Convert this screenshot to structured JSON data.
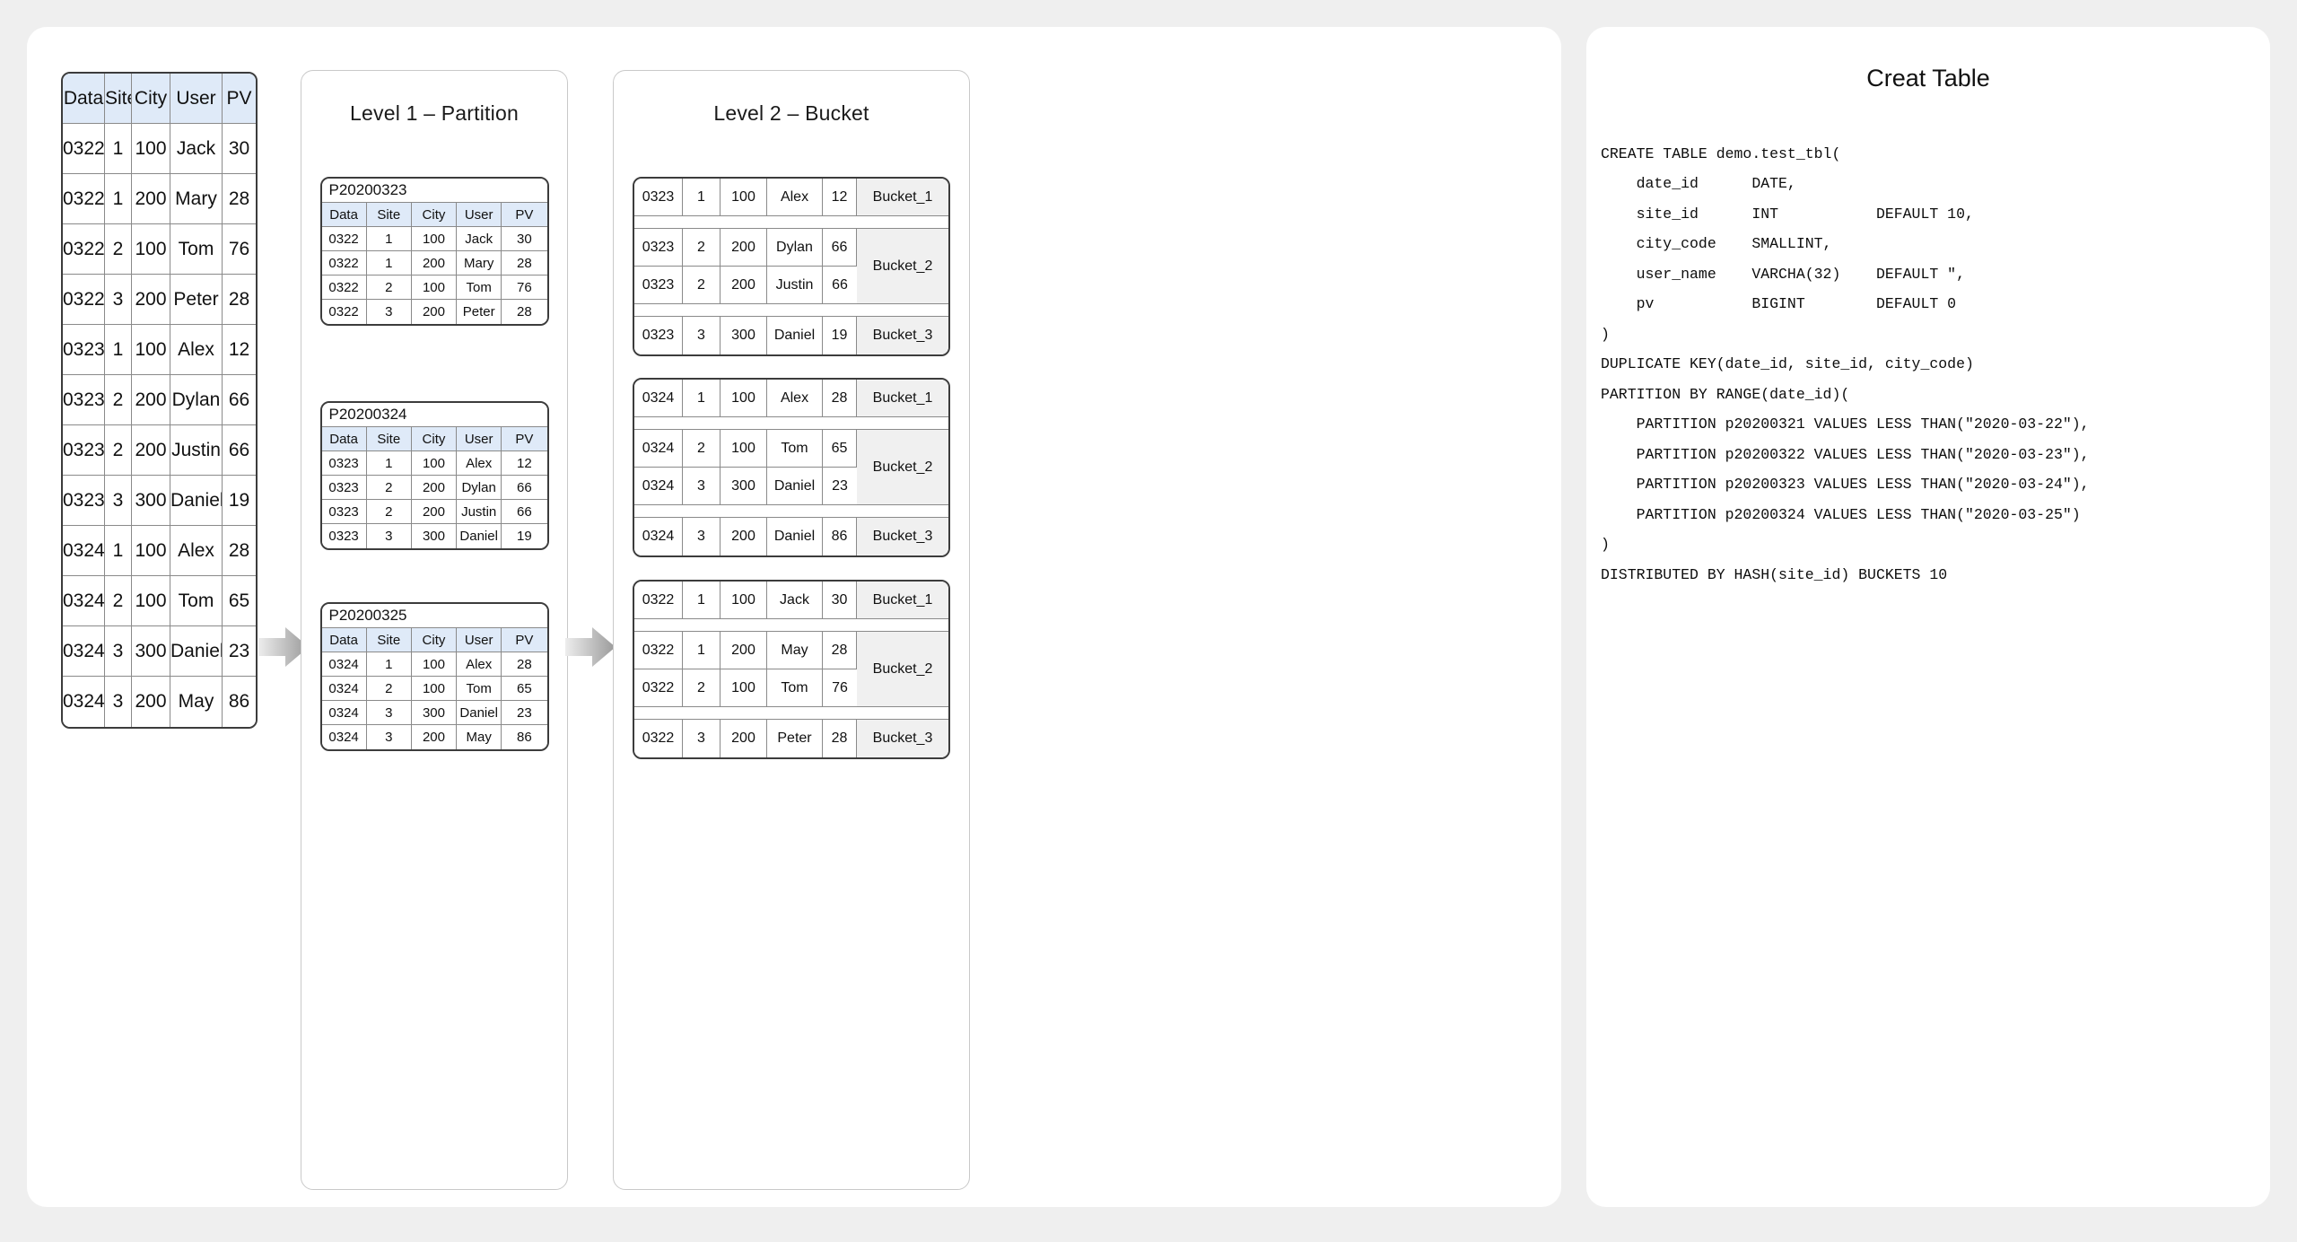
{
  "theme": {
    "page_background": "#efefef",
    "panel_background": "#ffffff",
    "table_header_fill": "#dfeaf8",
    "bucket_cell_fill": "#f0f0f0",
    "table_border": "#3c3c3c",
    "cell_border": "#8a8a8a",
    "arrow_color_light": "#ededed",
    "arrow_color_dark": "#9a9a9a"
  },
  "source_table": {
    "columns": [
      "Data",
      "Site",
      "City",
      "User",
      "PV"
    ],
    "rows": [
      [
        "0322",
        "1",
        "100",
        "Jack",
        "30"
      ],
      [
        "0322",
        "1",
        "200",
        "Mary",
        "28"
      ],
      [
        "0322",
        "2",
        "100",
        "Tom",
        "76"
      ],
      [
        "0322",
        "3",
        "200",
        "Peter",
        "28"
      ],
      [
        "0323",
        "1",
        "100",
        "Alex",
        "12"
      ],
      [
        "0323",
        "2",
        "200",
        "Dylan",
        "66"
      ],
      [
        "0323",
        "2",
        "200",
        "Justin",
        "66"
      ],
      [
        "0323",
        "3",
        "300",
        "Daniel",
        "19"
      ],
      [
        "0324",
        "1",
        "100",
        "Alex",
        "28"
      ],
      [
        "0324",
        "2",
        "100",
        "Tom",
        "65"
      ],
      [
        "0324",
        "3",
        "300",
        "Daniel",
        "23"
      ],
      [
        "0324",
        "3",
        "200",
        "May",
        "86"
      ]
    ]
  },
  "level1": {
    "title": "Level 1 – Partition",
    "columns": [
      "Data",
      "Site",
      "City",
      "User",
      "PV"
    ],
    "partitions": [
      {
        "name": "P20200323",
        "rows": [
          [
            "0322",
            "1",
            "100",
            "Jack",
            "30"
          ],
          [
            "0322",
            "1",
            "200",
            "Mary",
            "28"
          ],
          [
            "0322",
            "2",
            "100",
            "Tom",
            "76"
          ],
          [
            "0322",
            "3",
            "200",
            "Peter",
            "28"
          ]
        ]
      },
      {
        "name": "P20200324",
        "rows": [
          [
            "0323",
            "1",
            "100",
            "Alex",
            "12"
          ],
          [
            "0323",
            "2",
            "200",
            "Dylan",
            "66"
          ],
          [
            "0323",
            "2",
            "200",
            "Justin",
            "66"
          ],
          [
            "0323",
            "3",
            "300",
            "Daniel",
            "19"
          ]
        ]
      },
      {
        "name": "P20200325",
        "rows": [
          [
            "0324",
            "1",
            "100",
            "Alex",
            "28"
          ],
          [
            "0324",
            "2",
            "100",
            "Tom",
            "65"
          ],
          [
            "0324",
            "3",
            "300",
            "Daniel",
            "23"
          ],
          [
            "0324",
            "3",
            "200",
            "May",
            "86"
          ]
        ]
      }
    ]
  },
  "level2": {
    "title": "Level 2 – Bucket",
    "groups": [
      {
        "buckets": [
          {
            "label": "Bucket_1",
            "rows": [
              [
                "0323",
                "1",
                "100",
                "Alex",
                "12"
              ]
            ]
          },
          {
            "label": "Bucket_2",
            "rows": [
              [
                "0323",
                "2",
                "200",
                "Dylan",
                "66"
              ],
              [
                "0323",
                "2",
                "200",
                "Justin",
                "66"
              ]
            ]
          },
          {
            "label": "Bucket_3",
            "rows": [
              [
                "0323",
                "3",
                "300",
                "Daniel",
                "19"
              ]
            ]
          }
        ]
      },
      {
        "buckets": [
          {
            "label": "Bucket_1",
            "rows": [
              [
                "0324",
                "1",
                "100",
                "Alex",
                "28"
              ]
            ]
          },
          {
            "label": "Bucket_2",
            "rows": [
              [
                "0324",
                "2",
                "100",
                "Tom",
                "65"
              ],
              [
                "0324",
                "3",
                "300",
                "Daniel",
                "23"
              ]
            ]
          },
          {
            "label": "Bucket_3",
            "rows": [
              [
                "0324",
                "3",
                "200",
                "Daniel",
                "86"
              ]
            ]
          }
        ]
      },
      {
        "buckets": [
          {
            "label": "Bucket_1",
            "rows": [
              [
                "0322",
                "1",
                "100",
                "Jack",
                "30"
              ]
            ]
          },
          {
            "label": "Bucket_2",
            "rows": [
              [
                "0322",
                "1",
                "200",
                "May",
                "28"
              ],
              [
                "0322",
                "2",
                "100",
                "Tom",
                "76"
              ]
            ]
          },
          {
            "label": "Bucket_3",
            "rows": [
              [
                "0322",
                "3",
                "200",
                "Peter",
                "28"
              ]
            ]
          }
        ]
      }
    ]
  },
  "create_table": {
    "title": "Creat Table",
    "sql": "CREATE TABLE demo.test_tbl(\n    date_id      DATE,\n    site_id      INT           DEFAULT 10,\n    city_code    SMALLINT,\n    user_name    VARCHA(32)    DEFAULT \",\n    pv           BIGINT        DEFAULT 0\n)\nDUPLICATE KEY(date_id, site_id, city_code)\nPARTITION BY RANGE(date_id)(\n    PARTITION p20200321 VALUES LESS THAN(\"2020-03-22\"),\n    PARTITION p20200322 VALUES LESS THAN(\"2020-03-23\"),\n    PARTITION p20200323 VALUES LESS THAN(\"2020-03-24\"),\n    PARTITION p20200324 VALUES LESS THAN(\"2020-03-25\")\n)\nDISTRIBUTED BY HASH(site_id) BUCKETS 10"
  },
  "arrows": [
    {
      "name": "arrow-source-to-partition"
    },
    {
      "name": "arrow-partition-to-bucket"
    }
  ]
}
